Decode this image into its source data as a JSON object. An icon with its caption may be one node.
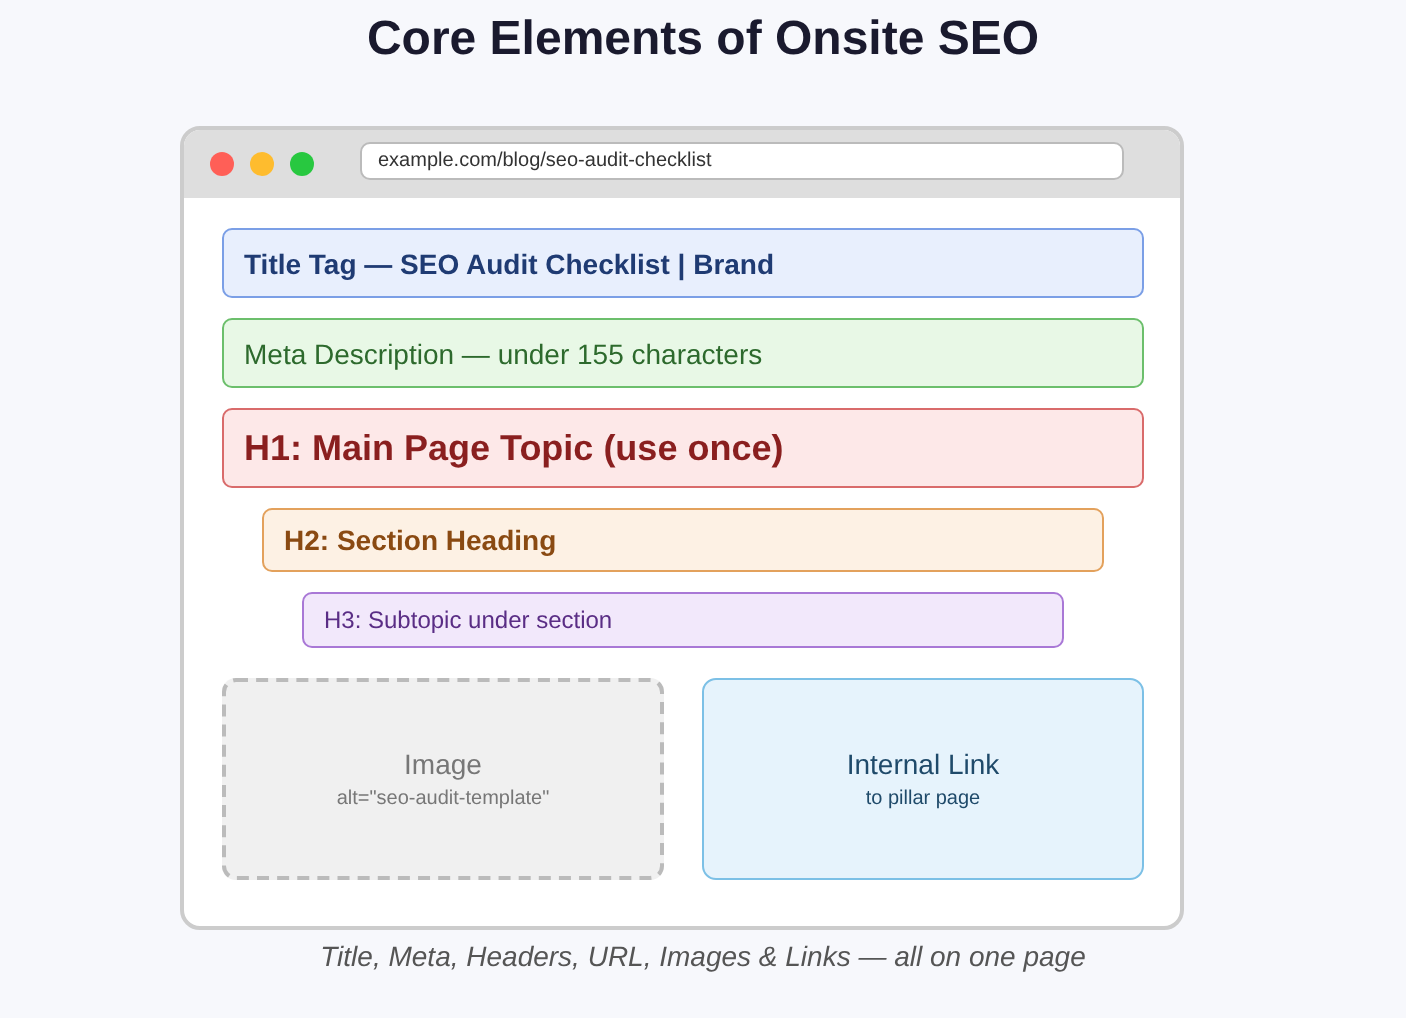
{
  "diagram": {
    "title": "Core Elements of Onsite SEO",
    "caption": "Title, Meta, Headers, URL, Images & Links — all on one page",
    "nodes": [
      {
        "text": [],
        "shape": "box"
      },
      {
        "text": [
          "example.com/blog/seo-audit-checklist"
        ],
        "in": 0
      },
      {
        "text": [
          "Title Tag — SEO Audit Checklist | Brand"
        ],
        "in": 0
      },
      {
        "text": [
          "Meta Description — under 155 characters"
        ],
        "in": 0
      },
      {
        "text": [
          "H1: Main Page Topic (use once)"
        ],
        "in": 0
      },
      {
        "text": [
          "H2: Section Heading"
        ],
        "in": 0
      },
      {
        "text": [
          "H3: Subtopic under section"
        ],
        "in": 0
      },
      {
        "text": [
          "Image",
          "alt=\"seo-audit-template\""
        ],
        "in": 0
      },
      {
        "text": [
          "Internal Link",
          "to pillar page"
        ],
        "in": 0
      }
    ],
    "edges": []
  }
}
